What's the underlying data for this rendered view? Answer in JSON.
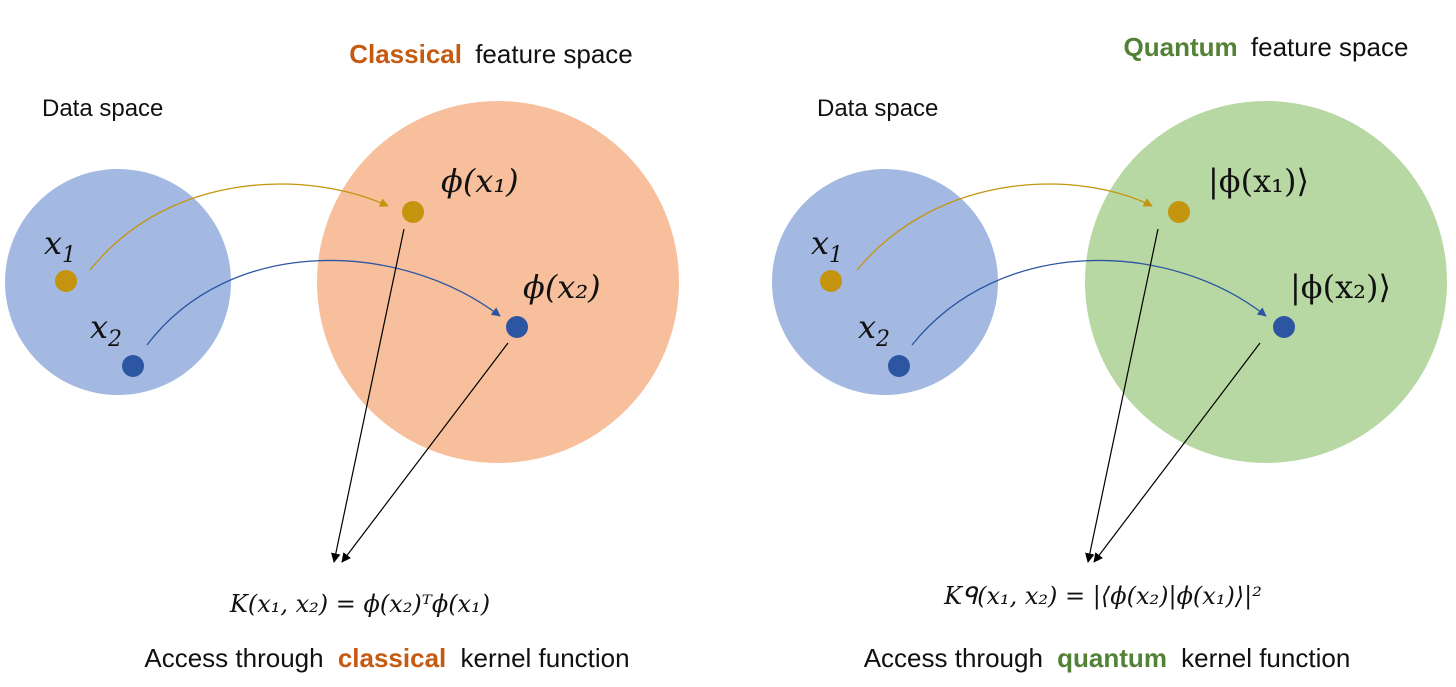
{
  "colors": {
    "data_space": "#a3b9e2",
    "classical_space": "#f7bf9b",
    "quantum_space": "#b8d8a3",
    "point_1": "#c4940f",
    "point_2": "#2c56a2",
    "arrow_1": "#c4940f",
    "arrow_2": "#2c56a2",
    "classical_accent": "#c55a11",
    "quantum_accent": "#538135",
    "kernel_arrow": "#000000"
  },
  "classical": {
    "title_highlight": "Classical",
    "title_rest": "feature space",
    "data_space_label": "Data space",
    "x1": "x",
    "x1_sub": "1",
    "x2": "x",
    "x2_sub": "2",
    "phi1_label": "ϕ(x₁)",
    "phi2_label": "ϕ(x₂)",
    "kernel_formula": "K(x₁, x₂) = ϕ(x₂)ᵀϕ(x₁)",
    "caption_before": "Access through",
    "caption_highlight": "classical",
    "caption_after": "kernel function"
  },
  "quantum": {
    "title_highlight": "Quantum",
    "title_rest": "feature space",
    "data_space_label": "Data space",
    "x1": "x",
    "x1_sub": "1",
    "x2": "x",
    "x2_sub": "2",
    "phi1_label": "|ϕ(x₁)⟩",
    "phi2_label": "|ϕ(x₂)⟩",
    "kernel_formula": "Kᑫ(x₁, x₂) = |⟨ϕ(x₂)|ϕ(x₁)⟩|²",
    "caption_before": "Access through",
    "caption_highlight": "quantum",
    "caption_after": "kernel function"
  }
}
